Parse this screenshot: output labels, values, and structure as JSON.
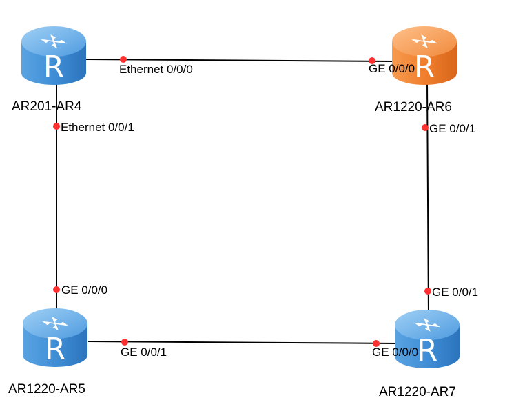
{
  "routers": {
    "ar4": {
      "label": "AR201-AR4",
      "icon": "router-icon",
      "color": "#3a86c8"
    },
    "ar6": {
      "label": "AR1220-AR6",
      "icon": "router-icon",
      "color": "#f07a2a"
    },
    "ar5": {
      "label": "AR1220-AR5",
      "icon": "router-icon",
      "color": "#3a86c8"
    },
    "ar7": {
      "label": "AR1220-AR7",
      "icon": "router-icon",
      "color": "#3a86c8"
    }
  },
  "router_letter": "R",
  "ports": {
    "ar4_top": "Ethernet 0/0/0",
    "ar4_left": "Ethernet 0/0/1",
    "ar6_top": "GE 0/0/0",
    "ar6_right": "GE 0/0/1",
    "ar5_left": "GE 0/0/0",
    "ar5_bottom": "GE 0/0/1",
    "ar7_right": "GE 0/0/1",
    "ar7_bottom": "GE 0/0/0"
  },
  "colors": {
    "link": "#000000",
    "port_dot": "#ff3030"
  }
}
